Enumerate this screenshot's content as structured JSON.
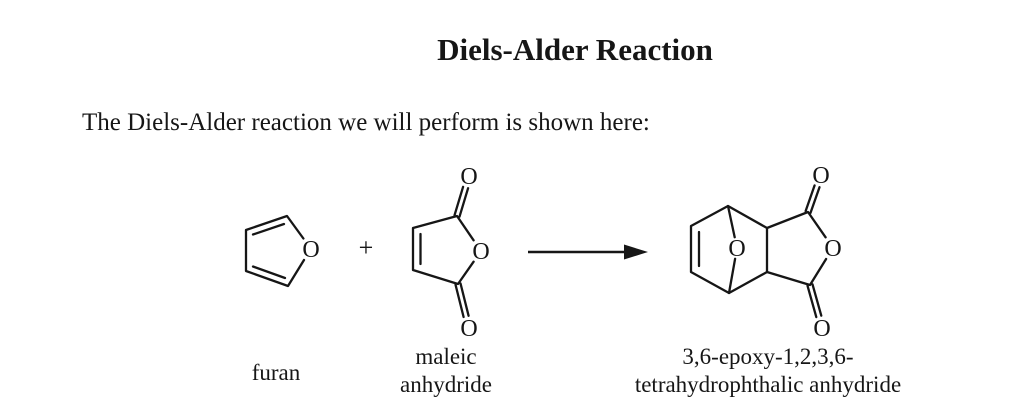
{
  "document": {
    "title": "Diels-Alder Reaction",
    "intro": "The Diels-Alder reaction we will perform is shown here:"
  },
  "reaction": {
    "plus_operator": "+",
    "oxygen_atom_label": "O",
    "furan": {
      "name_label": "furan"
    },
    "maleic_anhydride": {
      "name_line1": "maleic",
      "name_line2": "anhydride"
    },
    "product": {
      "name_line1": "3,6-epoxy-1,2,3,6-",
      "name_line2": "tetrahydrophthalic anhydride"
    }
  },
  "colors": {
    "ink": "#161616",
    "background": "#ffffff"
  }
}
